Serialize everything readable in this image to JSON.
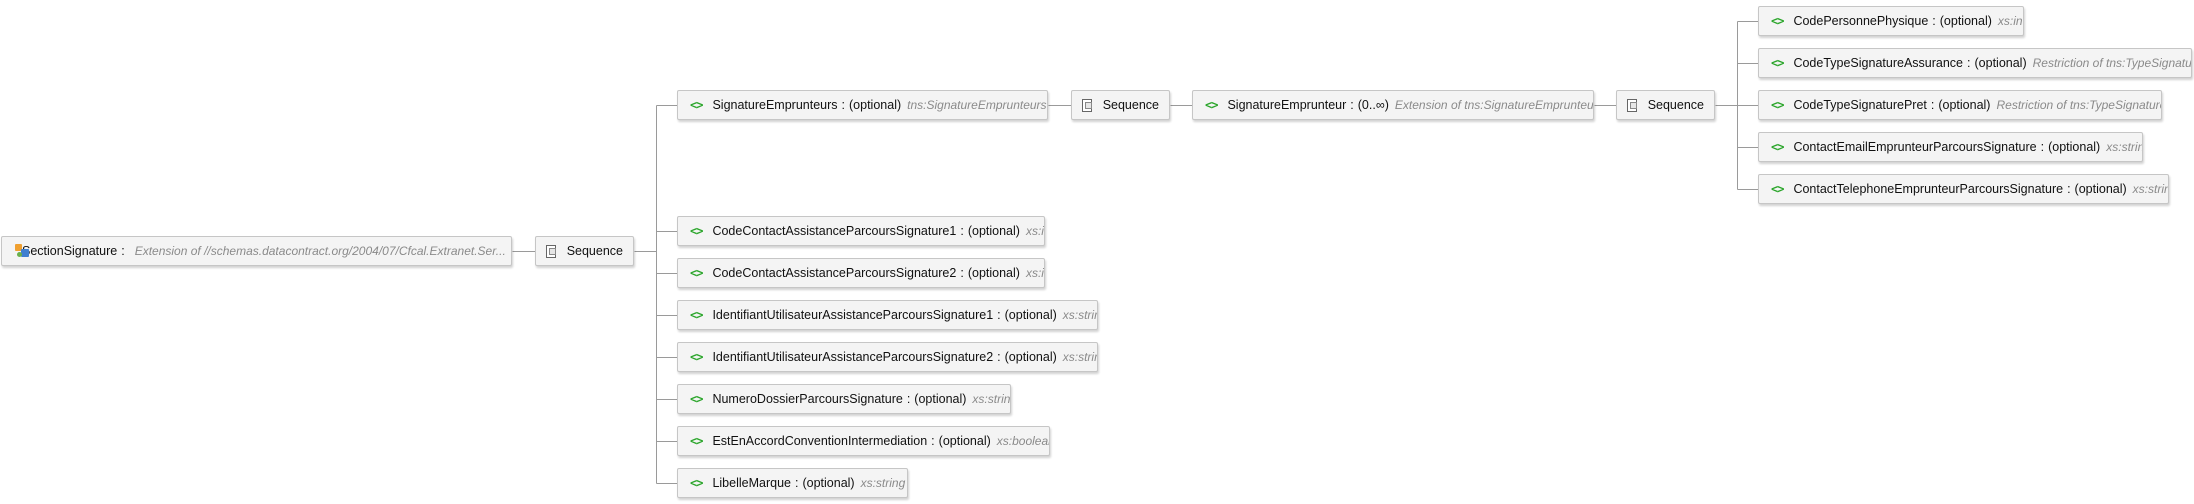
{
  "sequence_label": "Sequence",
  "root": {
    "name": "SectionSignature",
    "type": "Extension of  //schemas.datacontract.org/2004/07/Cfcal.Extranet.Ser..."
  },
  "level1": [
    {
      "name": "SignatureEmprunteurs",
      "occ": "(optional)",
      "type": "tns:SignatureEmprunteurs"
    },
    {
      "name": "CodeContactAssistanceParcoursSignature1",
      "occ": "(optional)",
      "type": "xs:int"
    },
    {
      "name": "CodeContactAssistanceParcoursSignature2",
      "occ": "(optional)",
      "type": "xs:int"
    },
    {
      "name": "IdentifiantUtilisateurAssistanceParcoursSignature1",
      "occ": "(optional)",
      "type": "xs:string"
    },
    {
      "name": "IdentifiantUtilisateurAssistanceParcoursSignature2",
      "occ": "(optional)",
      "type": "xs:string"
    },
    {
      "name": "NumeroDossierParcoursSignature",
      "occ": "(optional)",
      "type": "xs:string"
    },
    {
      "name": "EstEnAccordConventionIntermediation",
      "occ": "(optional)",
      "type": "xs:boolean"
    },
    {
      "name": "LibelleMarque",
      "occ": "(optional)",
      "type": "xs:string"
    }
  ],
  "level2": {
    "name": "SignatureEmprunteur",
    "occ": "(0..∞)",
    "type": "Extension of tns:SignatureEmprunteur"
  },
  "level3": [
    {
      "name": "CodePersonnePhysique",
      "occ": "(optional)",
      "type": "xs:int"
    },
    {
      "name": "CodeTypeSignatureAssurance",
      "occ": "(optional)",
      "type": "Restriction of tns:TypeSignature"
    },
    {
      "name": "CodeTypeSignaturePret",
      "occ": "(optional)",
      "type": "Restriction of tns:TypeSignature"
    },
    {
      "name": "ContactEmailEmprunteurParcoursSignature",
      "occ": "(optional)",
      "type": "xs:string"
    },
    {
      "name": "ContactTelephoneEmprunteurParcoursSignature",
      "occ": "(optional)",
      "type": "xs:string"
    }
  ]
}
